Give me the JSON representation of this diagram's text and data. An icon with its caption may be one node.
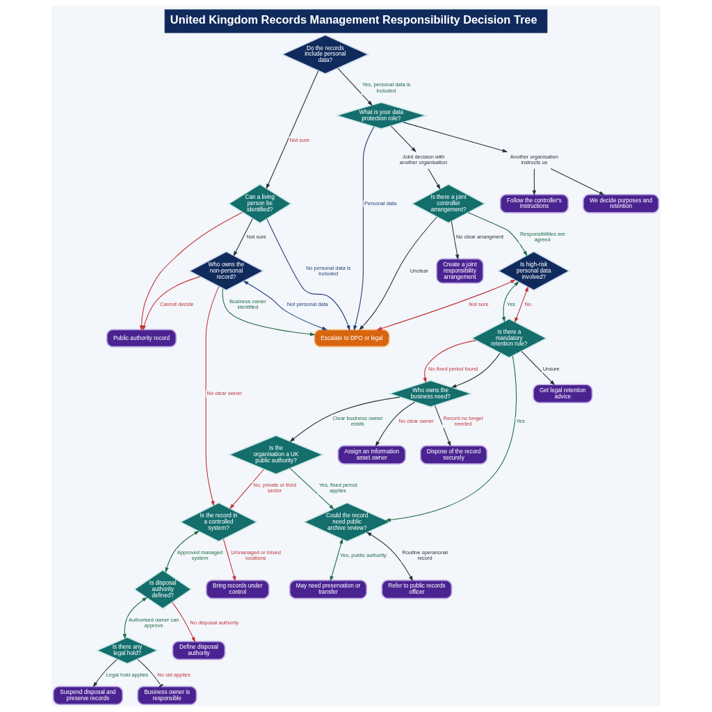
{
  "diagram": {
    "title": "United Kingdom Records Management Responsibility Decision Tree",
    "nodes": [
      {
        "text": [
          "Do the records include personal data?"
        ]
      },
      {
        "text": [
          "Can a living person be identified?"
        ]
      },
      {
        "text": [
          "What is your data protection role?"
        ]
      },
      {
        "text": [
          "Who owns the non-personal record?"
        ]
      },
      {
        "text": [
          "Another organisation instructs us"
        ]
      },
      {
        "text": [
          "Joint decision with another organisation"
        ]
      },
      {
        "text": [
          "We decide purposes and retention"
        ]
      },
      {
        "text": [
          "Follow the controller's instructions"
        ]
      },
      {
        "text": [
          "Is there a joint controller arrangement?"
        ]
      },
      {
        "text": [
          "Create a joint responsibility arrangement"
        ]
      },
      {
        "text": [
          "Escalate to DPO or legal"
        ]
      },
      {
        "text": [
          "Is high-risk personal data involved?"
        ]
      },
      {
        "text": [
          "Is there a mandatory retention rule?"
        ]
      },
      {
        "text": [
          "Get legal retention advice"
        ]
      },
      {
        "text": [
          "Who owns the business need?"
        ]
      },
      {
        "text": [
          "Public authority record"
        ]
      },
      {
        "text": [
          "Assign an Information asset owner"
        ]
      },
      {
        "text": [
          "Dispose of the record securely"
        ]
      },
      {
        "text": [
          "Is the organisation a UK public authority?"
        ]
      },
      {
        "text": [
          "Could the record need public archive review?"
        ]
      },
      {
        "text": [
          "Is the record in a controlled system?"
        ]
      },
      {
        "text": [
          "May need preservation or transfer"
        ]
      },
      {
        "text": [
          "Refer to public records officer"
        ]
      },
      {
        "text": [
          "Is disposal authority defined?"
        ]
      },
      {
        "text": [
          "Bring records under control"
        ]
      },
      {
        "text": [
          "Is there any legal hold?"
        ]
      },
      {
        "text": [
          "Define disposal authority"
        ]
      },
      {
        "text": [
          "Suspend disposal and preserve records"
        ]
      },
      {
        "text": [
          "Business owner is responsible"
        ]
      }
    ],
    "edges": [
      {
        "from": 0,
        "to": 2,
        "label": "Yes, personal data is included",
        "arrow": "to"
      },
      {
        "from": 0,
        "to": 1,
        "label": "Not sure",
        "arrow": "to"
      },
      {
        "from": 1,
        "to": 10,
        "label": "No personal data is included",
        "arrow": "to",
        "color": "#1f3f7a"
      },
      {
        "from": 1,
        "to": 3,
        "label": "Not sure",
        "arrow": "to"
      },
      {
        "from": 1,
        "to": 15,
        "arrow": "to",
        "color": "#c0323a"
      },
      {
        "from": 2,
        "to": 4,
        "arrow": "to"
      },
      {
        "from": 2,
        "to": 5,
        "arrow": "to"
      },
      {
        "from": 2,
        "to": 10,
        "label": "Personal data",
        "arrow": "to",
        "color": "#1f3f7a"
      },
      {
        "from": 3,
        "to": 10,
        "label": "Not personal data",
        "arrow": "both",
        "color": "#1f3f7a"
      },
      {
        "from": 3,
        "to": 15,
        "label": "Cannot decide",
        "arrow": "to",
        "color": "#c0323a"
      },
      {
        "from": 4,
        "to": 6,
        "arrow": "to"
      },
      {
        "from": 4,
        "to": 7,
        "arrow": "to"
      },
      {
        "from": 5,
        "to": 8,
        "arrow": "to"
      },
      {
        "from": 8,
        "to": 11,
        "label": "Responsibilities are agreed",
        "arrow": "to",
        "color": "#1f6b45"
      },
      {
        "from": 8,
        "to": 9,
        "label": "No clear arrangment",
        "arrow": "to"
      },
      {
        "from": 8,
        "to": 10,
        "label": "Unclear",
        "arrow": "to"
      },
      {
        "from": 11,
        "to": 12,
        "label": "Yes",
        "arrow": "both",
        "color": "#1f6b45"
      },
      {
        "from": 11,
        "to": 12,
        "label": "No",
        "arrow": "both",
        "color": "#c0323a"
      },
      {
        "from": 11,
        "to": 10,
        "label": "Not sure",
        "arrow": "both",
        "color": "#c0323a"
      },
      {
        "from": 3,
        "to": 10,
        "label": "Business owner identified",
        "arrow": "to",
        "color": "#1f6b45"
      },
      {
        "from": 3,
        "to": 20,
        "label": "No clear owner",
        "arrow": "to",
        "color": "#c0323a"
      },
      {
        "from": 12,
        "to": 19,
        "label": "Yes",
        "arrow": "to",
        "color": "#1f6b45"
      },
      {
        "from": 12,
        "to": 14,
        "arrow": "to"
      },
      {
        "from": 12,
        "to": 14,
        "label": "No fixed period found",
        "arrow": "to",
        "color": "#c0323a"
      },
      {
        "from": 12,
        "to": 13,
        "label": "Unsure",
        "arrow": "to"
      },
      {
        "from": 14,
        "to": 18,
        "label": "Clear business owner exists",
        "arrow": "to"
      },
      {
        "from": 14,
        "to": 16,
        "label": "No clear owner",
        "arrow": "to"
      },
      {
        "from": 14,
        "to": 17,
        "label": "Record no longer needed",
        "arrow": "to"
      },
      {
        "from": 18,
        "to": 19,
        "label": "Yes, fixed period applies",
        "arrow": "to",
        "color": "#1f6b45"
      },
      {
        "from": 18,
        "to": 20,
        "label": "No, private or third sector",
        "arrow": "to",
        "color": "#c0323a"
      },
      {
        "from": 19,
        "to": 21,
        "label": "Yes, public authority",
        "arrow": "both",
        "color": "#1f6b45"
      },
      {
        "from": 19,
        "to": 22,
        "label": "Routine operanonal record",
        "arrow": "both"
      },
      {
        "from": 20,
        "to": 23,
        "label": "Approved managed system",
        "arrow": "both",
        "color": "#1f6b45"
      },
      {
        "from": 20,
        "to": 24,
        "label": "Umnanaged or mixed locations",
        "arrow": "to",
        "color": "#c0323a"
      },
      {
        "from": 23,
        "to": 25,
        "label": "Authorised owner can approve",
        "arrow": "both",
        "color": "#1f6b45"
      },
      {
        "from": 23,
        "to": 26,
        "label": "No disposal authority",
        "arrow": "to",
        "color": "#c0323a"
      },
      {
        "from": 25,
        "to": 27,
        "label": "Legal hold applies",
        "arrow": "to"
      },
      {
        "from": 25,
        "to": 28,
        "label": "No old applies",
        "arrow": "other"
      }
    ]
  }
}
